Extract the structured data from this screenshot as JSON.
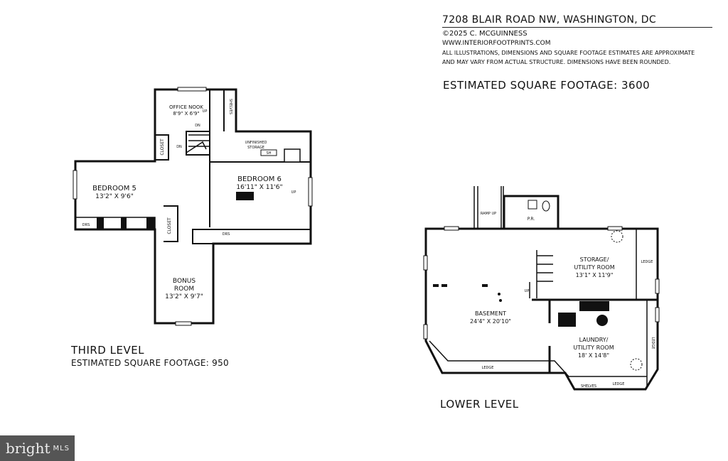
{
  "header": {
    "address": "7208 BLAIR ROAD NW, WASHINGTON, DC",
    "copyright": "©2025 C. MCGUINNESS",
    "website": "WWW.INTERIORFOOTPRINTS.COM",
    "disclaimer_1": "ALL ILLUSTRATIONS, DIMENSIONS AND SQUARE FOOTAGE ESTIMATES ARE APPROXIMATE",
    "disclaimer_2": "AND MAY VARY FROM ACTUAL STRUCTURE. DIMENSIONS HAVE BEEN ROUNDED.",
    "total_sqft": "ESTIMATED SQUARE FOOTAGE: 3600"
  },
  "third_level": {
    "title": "THIRD LEVEL",
    "sqft": "ESTIMATED SQUARE FOOTAGE: 950",
    "rooms": {
      "office_name": "OFFICE NOOK",
      "office_dim": "8'9\" X 6'9\"",
      "shelves": "SHELVES",
      "storage_1": "UNFINISHED",
      "storage_2": "STORAGE",
      "bed6_name": "BEDROOM 6",
      "bed6_dim": "16'11\" X 11'6\"",
      "bed5_name": "BEDROOM 5",
      "bed5_dim": "13'2\" X 9'6\"",
      "bonus_1": "BONUS",
      "bonus_2": "ROOM",
      "bonus_dim": "13'2\" X 9'7\"",
      "closet": "CLOSET",
      "drs": "DRS",
      "sh": "SH",
      "up": "UP",
      "dn": "DN"
    }
  },
  "lower_level": {
    "title": "LOWER LEVEL",
    "rooms": {
      "ramp": "RAMP UP",
      "pr": "P.R.",
      "storage_1": "STORAGE/",
      "storage_2": "UTILITY ROOM",
      "storage_dim": "13'1\" X 11'9\"",
      "basement": "BASEMENT",
      "basement_dim": "24'4\" X 20'10\"",
      "laundry_1": "LAUNDRY/",
      "laundry_2": "UTILITY ROOM",
      "laundry_dim": "18' X 14'8\"",
      "ledge": "LEDGE",
      "shelves": "SHELVES",
      "up": "UP"
    }
  },
  "watermark": {
    "brand": "bright",
    "suffix": "MLS"
  }
}
